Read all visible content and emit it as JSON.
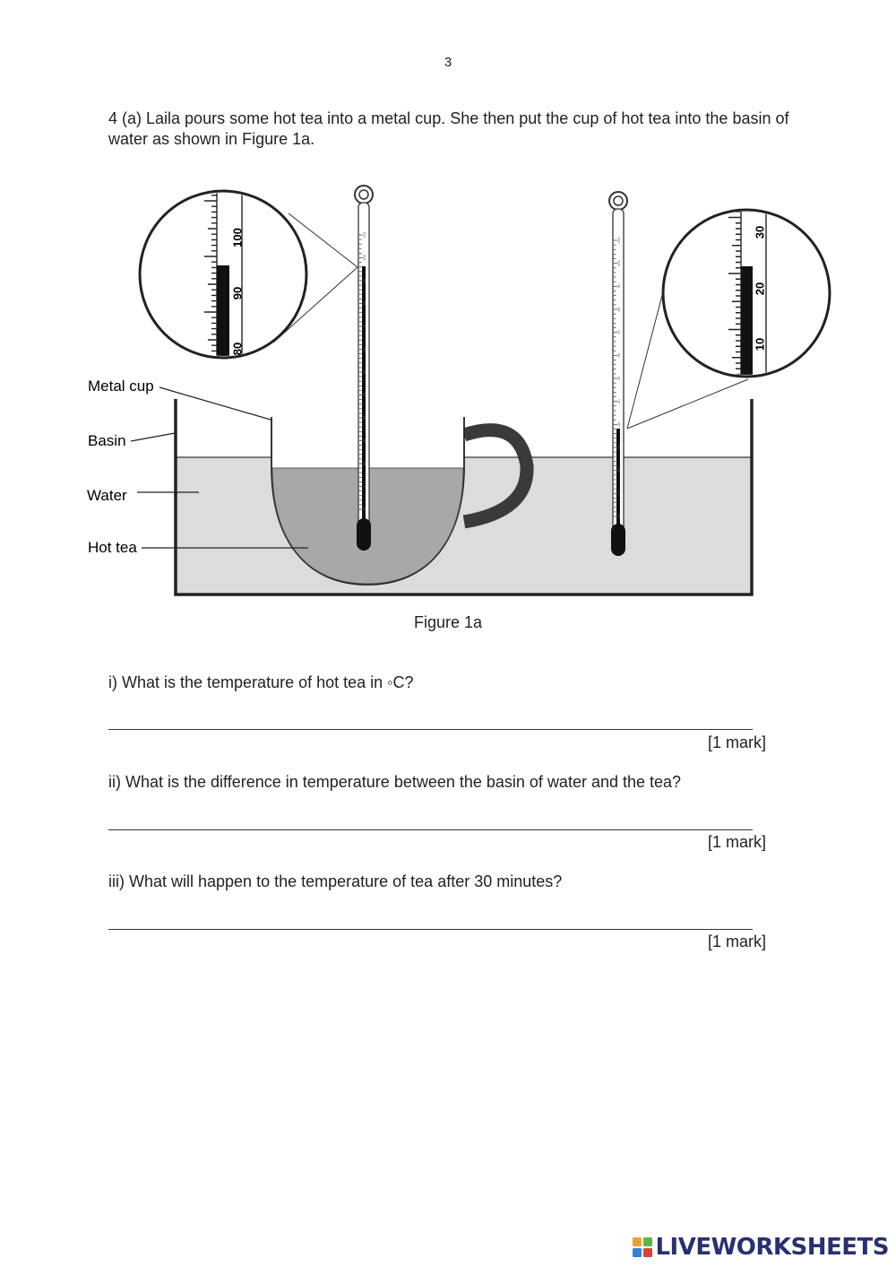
{
  "page": {
    "number": "3"
  },
  "question": {
    "intro": "4 (a) Laila pours some hot tea into a metal cup. She then put the cup of hot tea into the basin of water as shown in Figure 1a."
  },
  "figure": {
    "caption": "Figure 1a",
    "labels": {
      "metal_cup": "Metal cup",
      "basin": "Basin",
      "water": "Water",
      "hot_tea": "Hot tea"
    },
    "left_zoom_scale": [
      "80",
      "90",
      "100"
    ],
    "right_zoom_scale": [
      "10",
      "20",
      "30"
    ],
    "thermometer_ticks": [
      "-10",
      "0",
      "10",
      "20",
      "30",
      "40",
      "50",
      "60",
      "70",
      "80",
      "90",
      "100",
      "110"
    ],
    "colors": {
      "water": "#dcdcdc",
      "tea": "#a8a8a8",
      "handle": "#3a3a3a",
      "mercury": "#111111"
    }
  },
  "parts": [
    {
      "text": "i) What is the temperature of hot tea in ◦C?",
      "mark": "[1 mark]"
    },
    {
      "text": "ii) What is the difference in temperature between the basin of water and the tea?",
      "mark": "[1 mark]"
    },
    {
      "text": "iii) What will happen to the temperature of tea after 30 minutes?",
      "mark": "[1 mark]"
    }
  ],
  "footer": {
    "brand": "LIVEWORKSHEETS"
  }
}
